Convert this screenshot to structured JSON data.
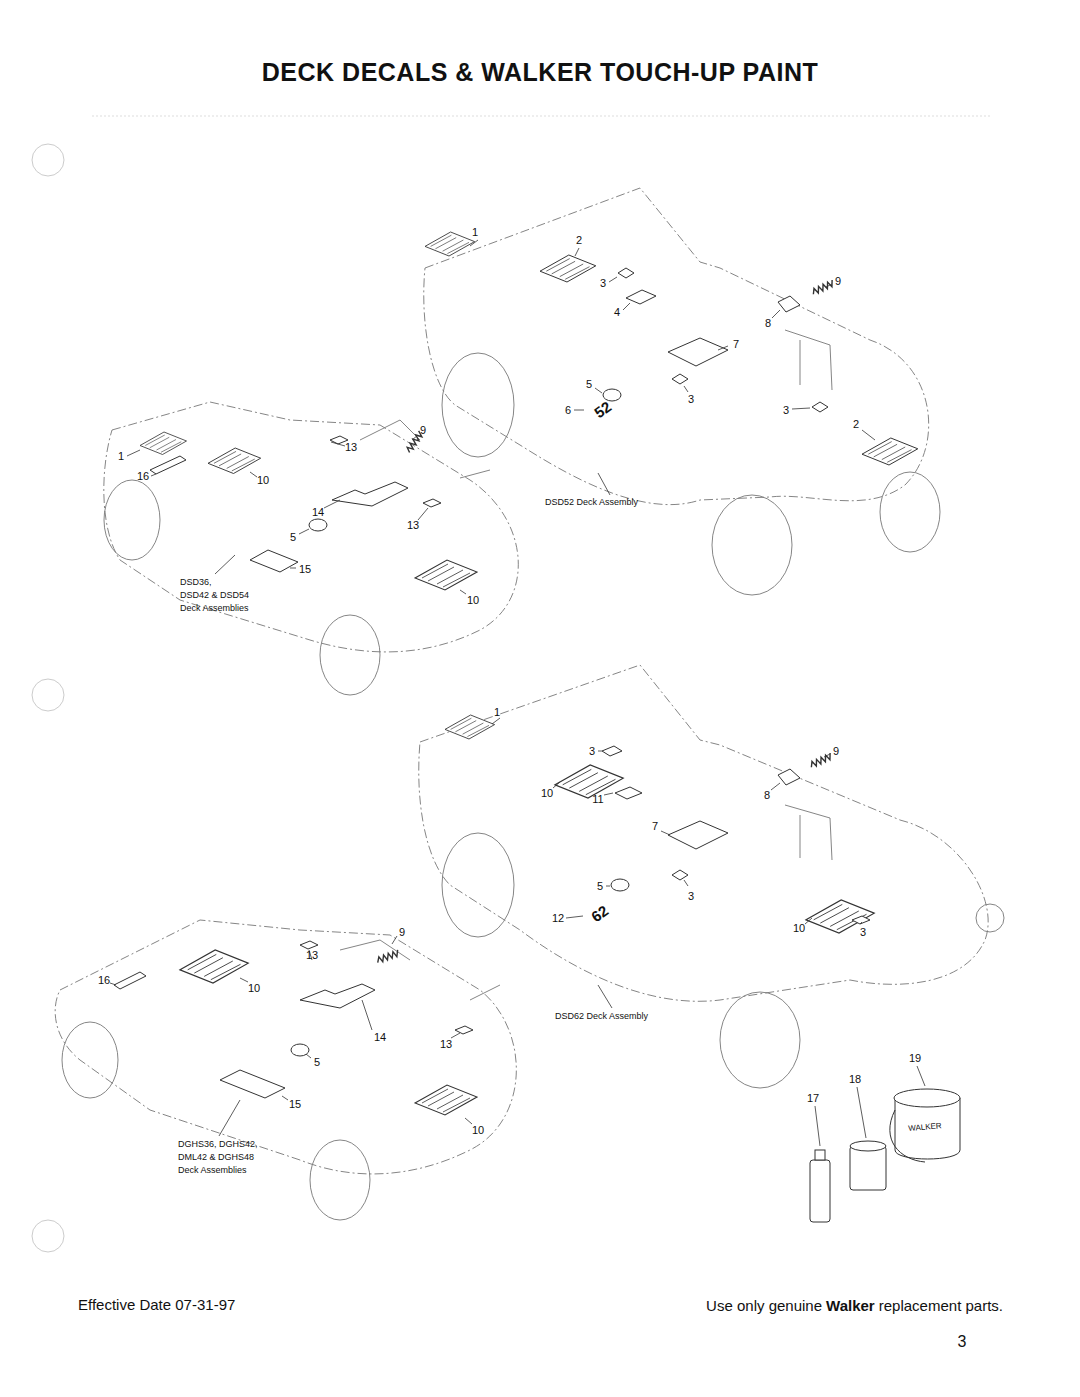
{
  "diagram": {
    "title": "DECK DECALS & WALKER TOUCH-UP PAINT",
    "labels": [
      "1",
      "2",
      "3",
      "4",
      "9",
      "8",
      "7",
      "5",
      "3",
      "6",
      "52",
      "3",
      "2",
      "DSD52 Deck Assembly",
      "1",
      "9",
      "13",
      "16",
      "10",
      "14",
      "13",
      "5",
      "15",
      "DSD36,",
      "DSD42 & DSD54",
      "Deck Assemblies",
      "10",
      "1",
      "3",
      "9",
      "10",
      "11",
      "8",
      "7",
      "5",
      "3",
      "12",
      "62",
      "10",
      "3",
      "DSD62 Deck Assembly",
      "9",
      "16",
      "13",
      "10",
      "14",
      "13",
      "5",
      "15",
      "10",
      "DGHS36, DGHS42,",
      "DML42 & DGHS48",
      "Deck Assemblies",
      "19",
      "18",
      "17",
      "WALKER",
      "Effective Date 07-31-97",
      "Use only genuine",
      "Walker",
      "replacement parts.",
      "3"
    ]
  }
}
